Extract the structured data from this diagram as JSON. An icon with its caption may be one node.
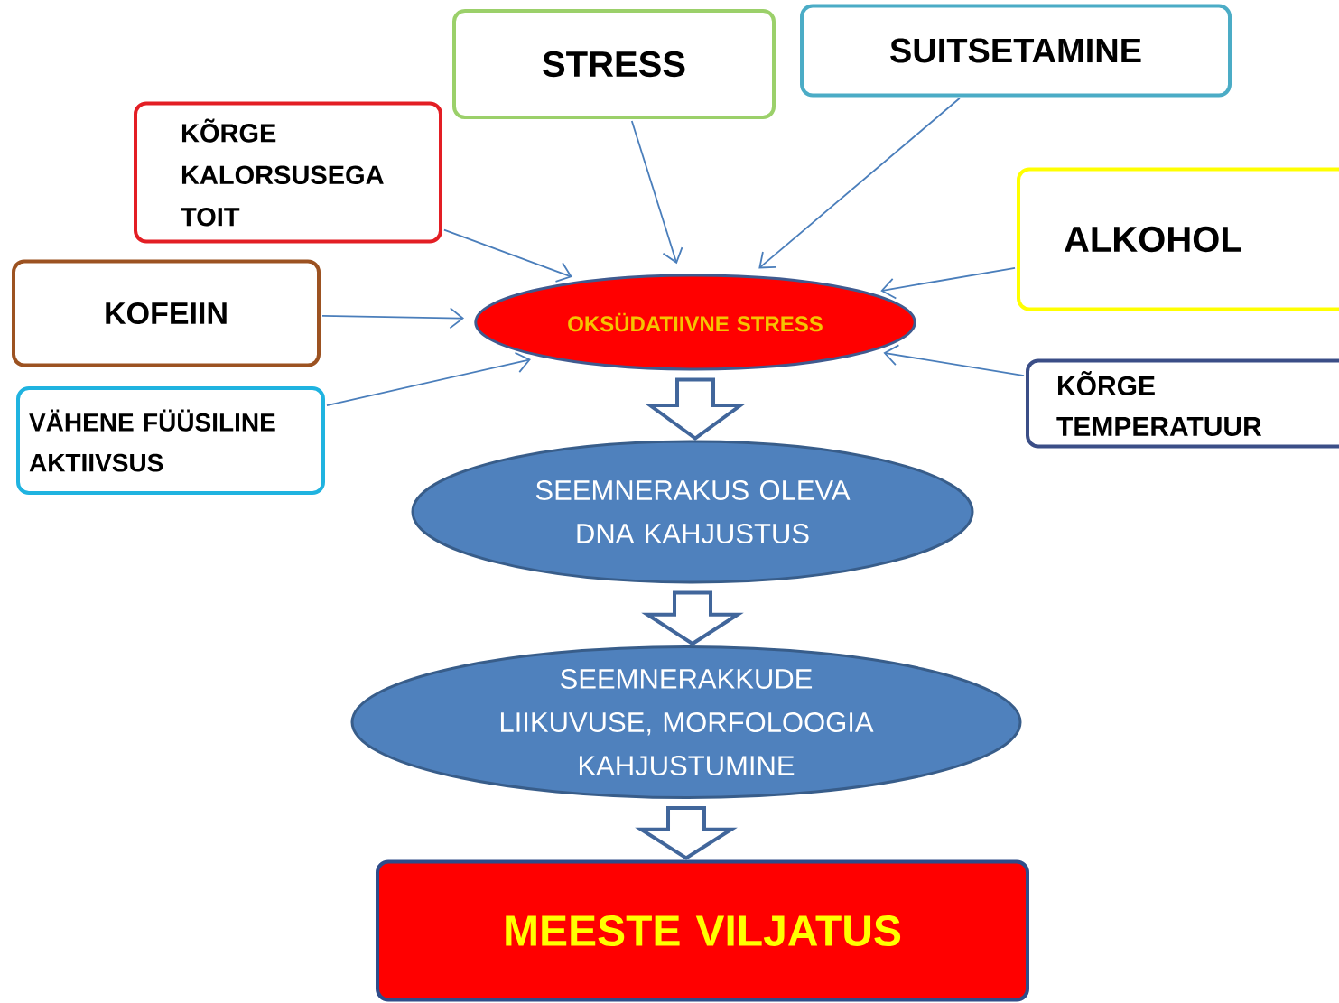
{
  "diagram": {
    "nodes": [
      {
        "text": [
          "KÕRGE KALORSUSEGA TOIT"
        ]
      },
      {
        "text": [
          "STRESS"
        ]
      },
      {
        "text": [
          "SUITSETAMINE"
        ]
      },
      {
        "text": [
          "ALKOHOL"
        ]
      },
      {
        "text": [
          "KOFEIIN"
        ]
      },
      {
        "text": [
          "VÄHENE FÜÜSILINE AKTIIVSUS"
        ]
      },
      {
        "text": [
          "OKSÜDATIIVNE STRESS"
        ]
      },
      {
        "text": [
          "KÕRGE TEMPERATUUR"
        ]
      },
      {
        "text": [
          "SEEMNERAKUS OLEVA DNA KAHJUSTUS"
        ]
      },
      {
        "text": [
          "SEEMNERAKKUDE LIIKUVUSE, MORFOLOOGIA KAHJUSTUMINE"
        ]
      },
      {
        "text": [
          "MEESTE VILJATUS"
        ]
      }
    ],
    "edges": [
      {
        "from": 0,
        "to": 6,
        "arrow": "to"
      },
      {
        "from": 1,
        "to": 6,
        "arrow": "to"
      },
      {
        "from": 2,
        "to": 6,
        "arrow": "to"
      },
      {
        "from": 3,
        "to": 6,
        "arrow": "to"
      },
      {
        "from": 4,
        "to": 6,
        "arrow": "to"
      },
      {
        "from": 5,
        "to": 6,
        "arrow": "to"
      },
      {
        "from": 7,
        "to": 6,
        "arrow": "to"
      },
      {
        "from": 6,
        "to": 8,
        "arrow": "to",
        "style": "thick"
      },
      {
        "from": 8,
        "to": 9,
        "arrow": "to",
        "style": "thick"
      },
      {
        "from": 9,
        "to": 10,
        "arrow": "to",
        "style": "thick"
      }
    ]
  }
}
